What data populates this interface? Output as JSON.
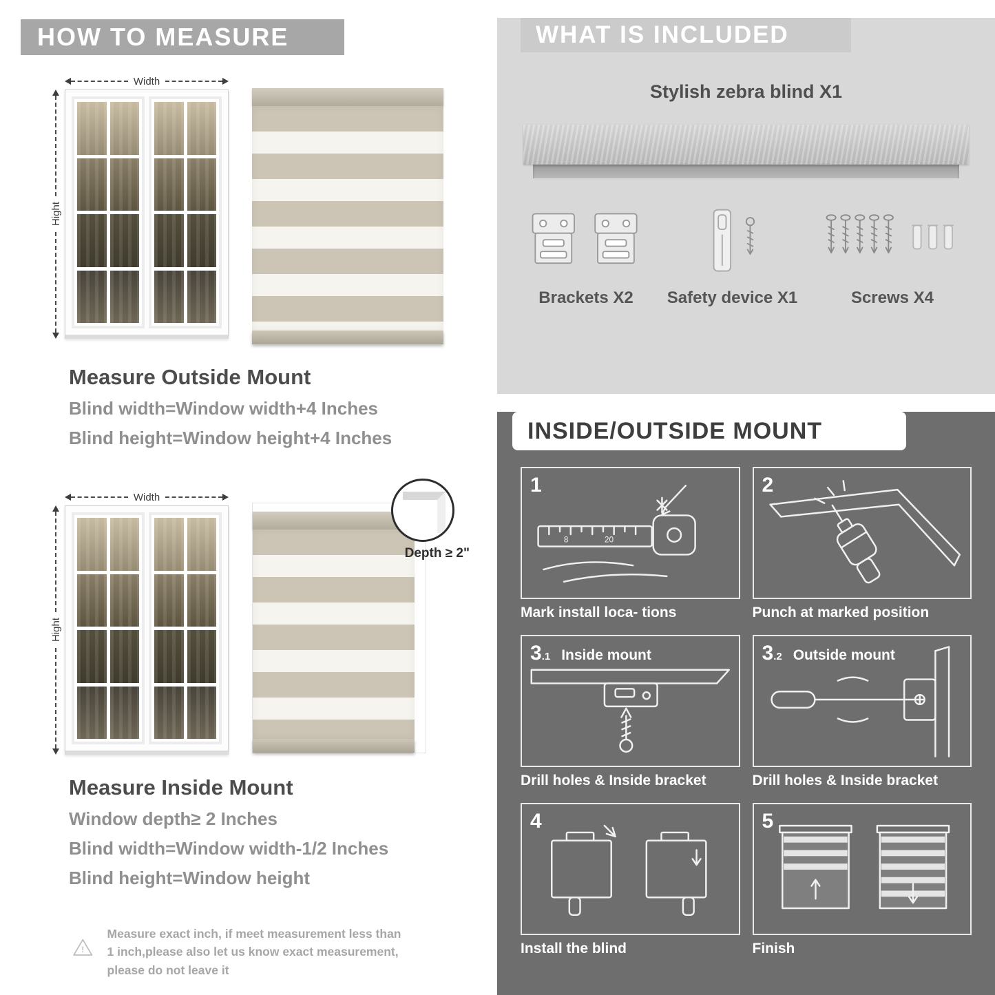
{
  "colors": {
    "band_gray": "#a7a7a7",
    "panel_light": "#d8d8d8",
    "panel_dark": "#6e6e6e",
    "stripe_tan": "#ccc5b5",
    "stripe_white": "#f6f4ee"
  },
  "left": {
    "header": "HOW TO MEASURE",
    "outside": {
      "width_label": "Width",
      "height_label": "Hight",
      "title": "Measure Outside Mount",
      "line1": "Blind width=Window width+4 Inches",
      "line2": "Blind height=Window height+4 Inches"
    },
    "inside": {
      "width_label": "Width",
      "height_label": "Hight",
      "depth_label": "Depth ≥ 2\"",
      "title": "Measure Inside Mount",
      "line1": "Window depth≥ 2 Inches",
      "line2": "Blind width=Window width-1/2 Inches",
      "line3": "Blind height=Window height"
    },
    "note": "Measure exact inch, if meet measurement less than 1 inch,please also let us know exact measurement, please do not leave it"
  },
  "right": {
    "included": {
      "header": "WHAT IS INCLUDED",
      "blind_label": "Stylish zebra blind X1",
      "items": [
        {
          "label": "Brackets X2"
        },
        {
          "label": "Safety device X1"
        },
        {
          "label": "Screws X4"
        }
      ]
    },
    "mount": {
      "header": "INSIDE/OUTSIDE MOUNT",
      "steps": [
        {
          "num": "1",
          "caption": "Mark install loca- tions"
        },
        {
          "num": "2",
          "caption": "Punch at  marked position"
        },
        {
          "num": "3",
          "numsub": ".1",
          "title": "Inside mount",
          "caption": "Drill holes &  Inside bracket"
        },
        {
          "num": "3",
          "numsub": ".2",
          "title": "Outside mount",
          "caption": "Drill holes &  Inside bracket"
        },
        {
          "num": "4",
          "caption": "Install the blind"
        },
        {
          "num": "5",
          "caption": "Finish"
        }
      ]
    }
  }
}
